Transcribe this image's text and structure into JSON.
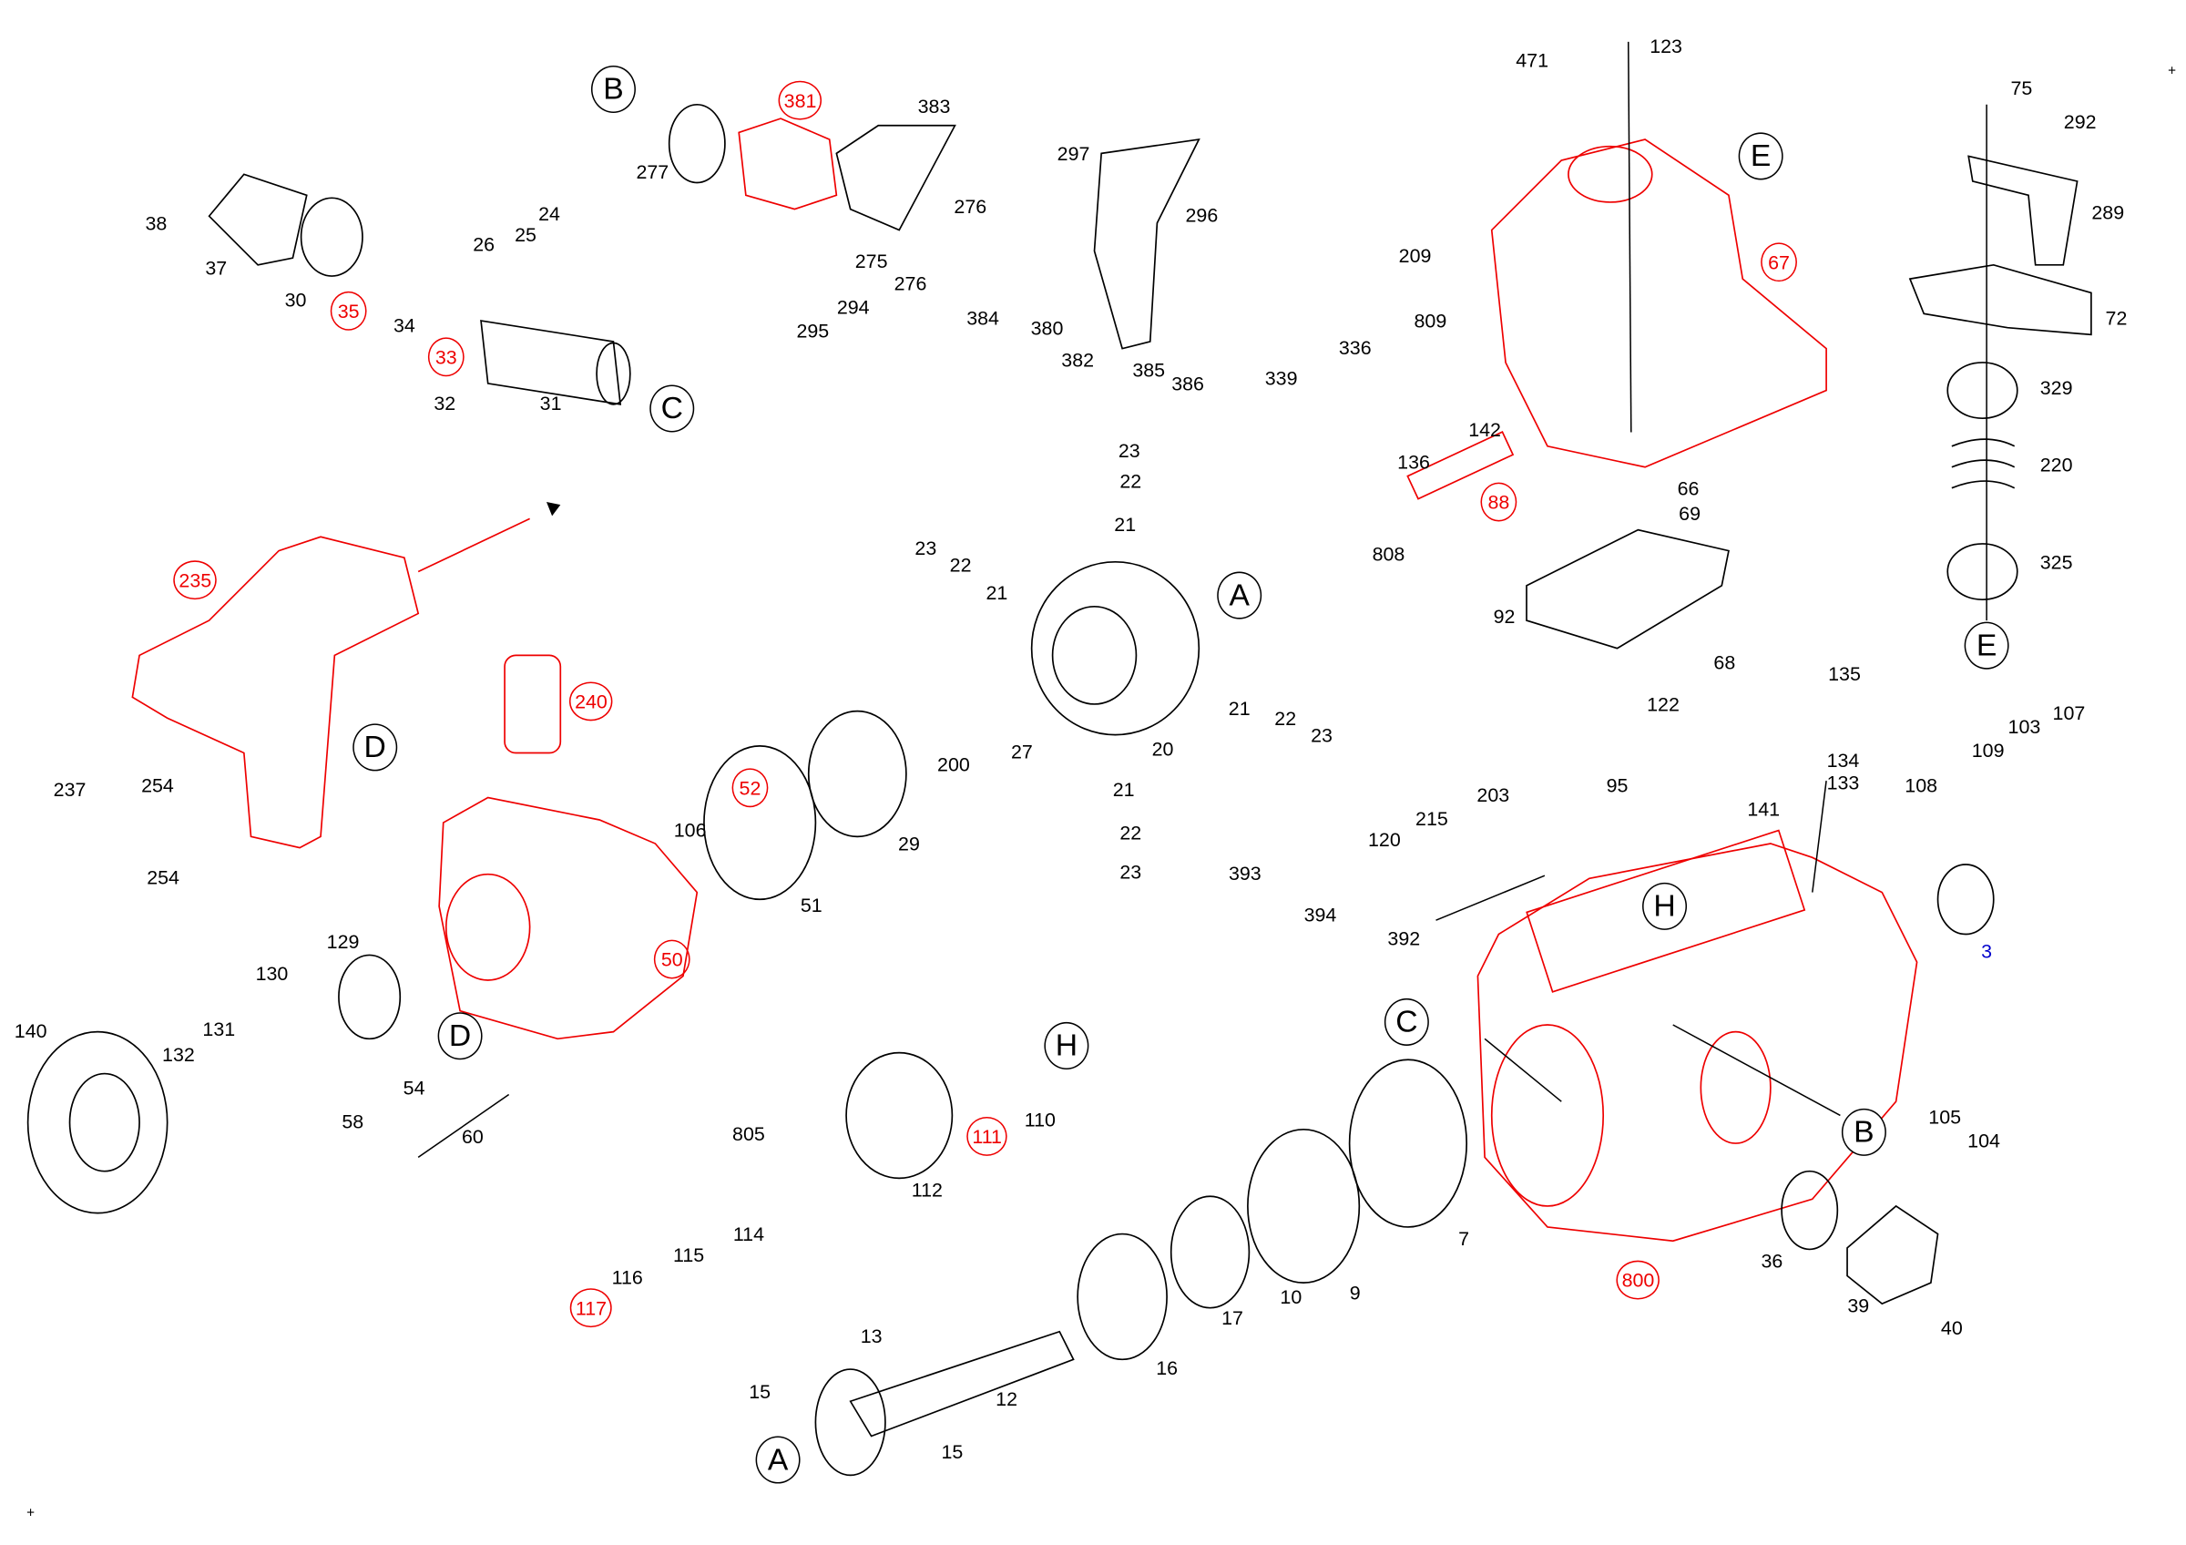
{
  "parts_black": [
    "38",
    "37",
    "30",
    "34",
    "26",
    "25",
    "24",
    "32",
    "31",
    "277",
    "383",
    "276",
    "275",
    "276",
    "294",
    "295",
    "384",
    "380",
    "297",
    "296",
    "382",
    "385",
    "386",
    "471",
    "123",
    "209",
    "809",
    "336",
    "339",
    "142",
    "136",
    "808",
    "66",
    "69",
    "92",
    "68",
    "122",
    "75",
    "292",
    "289",
    "72",
    "329",
    "220",
    "325",
    "23",
    "22",
    "21",
    "23",
    "22",
    "21",
    "20",
    "21",
    "22",
    "23",
    "21",
    "22",
    "23",
    "27",
    "200",
    "29",
    "51",
    "106",
    "237",
    "254",
    "254",
    "129",
    "130",
    "131",
    "132",
    "140",
    "54",
    "58",
    "60",
    "805",
    "112",
    "110",
    "114",
    "115",
    "116",
    "13",
    "15",
    "12",
    "15",
    "16",
    "17",
    "10",
    "9",
    "7",
    "36",
    "39",
    "40",
    "105",
    "104",
    "393",
    "394",
    "392",
    "120",
    "215",
    "203",
    "95",
    "141",
    "135",
    "134",
    "133",
    "108",
    "109",
    "103",
    "107"
  ],
  "parts_highlighted": [
    "381",
    "35",
    "33",
    "235",
    "240",
    "52",
    "50",
    "111",
    "117",
    "67",
    "88",
    "800"
  ],
  "parts_blue": [
    "3"
  ],
  "reference_markers": [
    "B",
    "C",
    "A",
    "D",
    "D",
    "H",
    "A",
    "E",
    "E",
    "H",
    "C",
    "B"
  ],
  "corner_marks": [
    "+",
    "+"
  ],
  "colors": {
    "highlight": "#e00000",
    "blue_label": "#0000cc",
    "line": "#000000"
  }
}
